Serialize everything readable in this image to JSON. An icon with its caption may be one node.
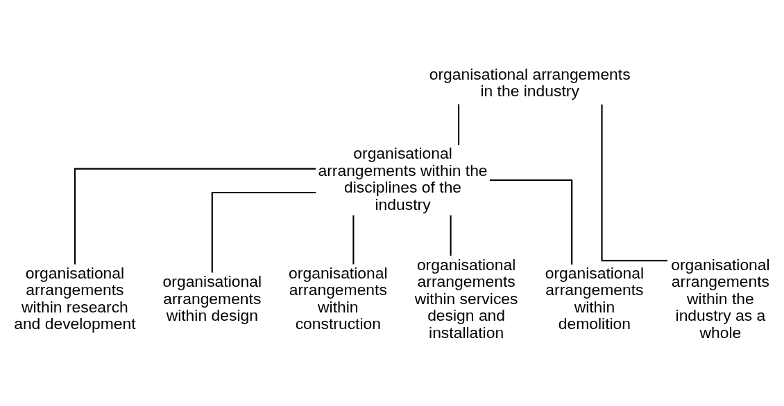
{
  "diagram": {
    "nodes": [
      {
        "text": [
          "organisational arrangements in the industry"
        ]
      },
      {
        "text": [
          "organisational arrangements within the disciplines of the industry"
        ]
      },
      {
        "text": [
          "organisational arrangements within the industry as a whole"
        ]
      },
      {
        "text": [
          "organisational arrangements within research and development"
        ]
      },
      {
        "text": [
          "organisational arrangements within design"
        ]
      },
      {
        "text": [
          "organisational arrangements within construction"
        ]
      },
      {
        "text": [
          "organisational arrangements within services design and installation"
        ]
      },
      {
        "text": [
          "organisational arrangements within demolition"
        ]
      }
    ],
    "edges": [
      {
        "from": 0,
        "to": 2,
        "arrow": "none"
      },
      {
        "from": 0,
        "to": 1,
        "arrow": "none"
      },
      {
        "from": 1,
        "to": 3,
        "arrow": "none"
      },
      {
        "from": 1,
        "to": 4,
        "arrow": "none"
      },
      {
        "from": 1,
        "to": 5,
        "arrow": "none"
      },
      {
        "from": 1,
        "to": 6,
        "arrow": "none"
      },
      {
        "from": 1,
        "to": 7,
        "arrow": "none"
      }
    ]
  }
}
